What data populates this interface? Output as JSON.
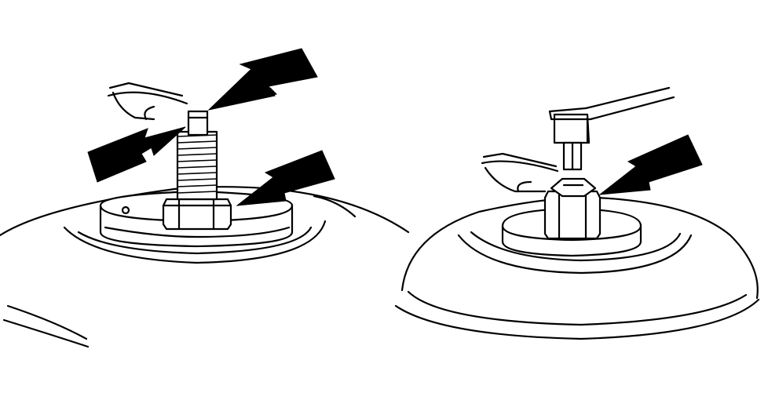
{
  "figure": {
    "panels": [
      {
        "id": "left",
        "arrows": 3,
        "icon": "strut-mount-spanner-arrows"
      },
      {
        "id": "right",
        "arrows": 1,
        "icon": "strut-mount-socket-arrow"
      }
    ],
    "colors": {
      "ink": "#000000",
      "background": "#ffffff"
    }
  }
}
